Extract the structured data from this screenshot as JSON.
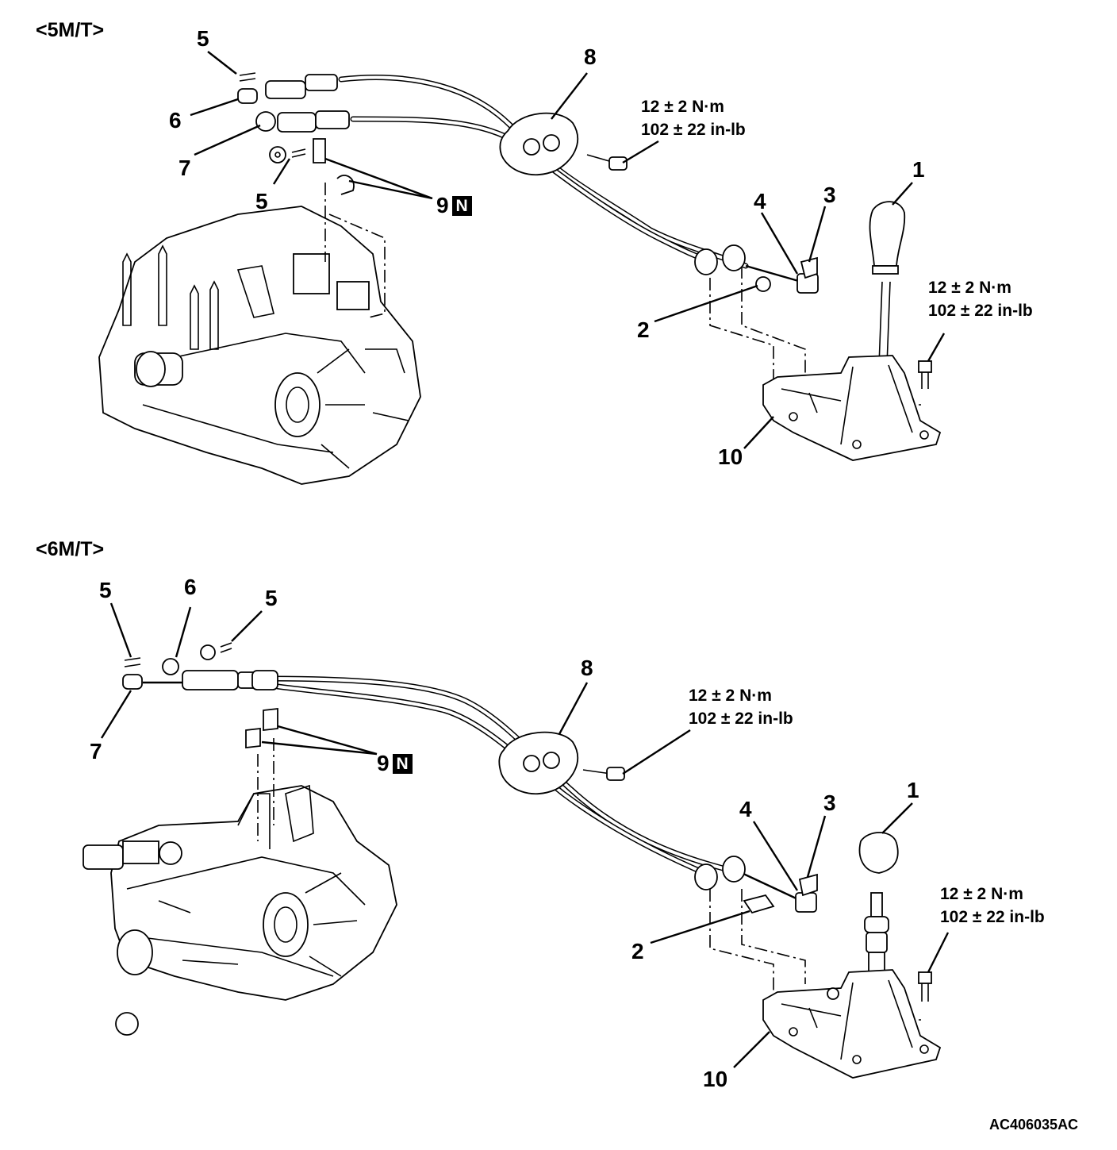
{
  "sections": [
    {
      "heading": "<5M/T>",
      "callouts": [
        "1",
        "2",
        "3",
        "4",
        "5",
        "5",
        "6",
        "7",
        "8",
        "9",
        "10"
      ],
      "torque_upper": [
        "12 ± 2 N·m",
        "102 ± 22 in-lb"
      ],
      "torque_lower": [
        "12 ± 2 N·m",
        "102 ± 22 in-lb"
      ],
      "n_mark": "N"
    },
    {
      "heading": "<6M/T>",
      "callouts": [
        "1",
        "2",
        "3",
        "4",
        "5",
        "5",
        "6",
        "7",
        "8",
        "9",
        "10"
      ],
      "torque_upper": [
        "12 ± 2 N·m",
        "102 ± 22 in-lb"
      ],
      "torque_lower": [
        "12 ± 2 N·m",
        "102 ± 22 in-lb"
      ],
      "n_mark": "N"
    }
  ],
  "figure_code": "AC406035AC"
}
